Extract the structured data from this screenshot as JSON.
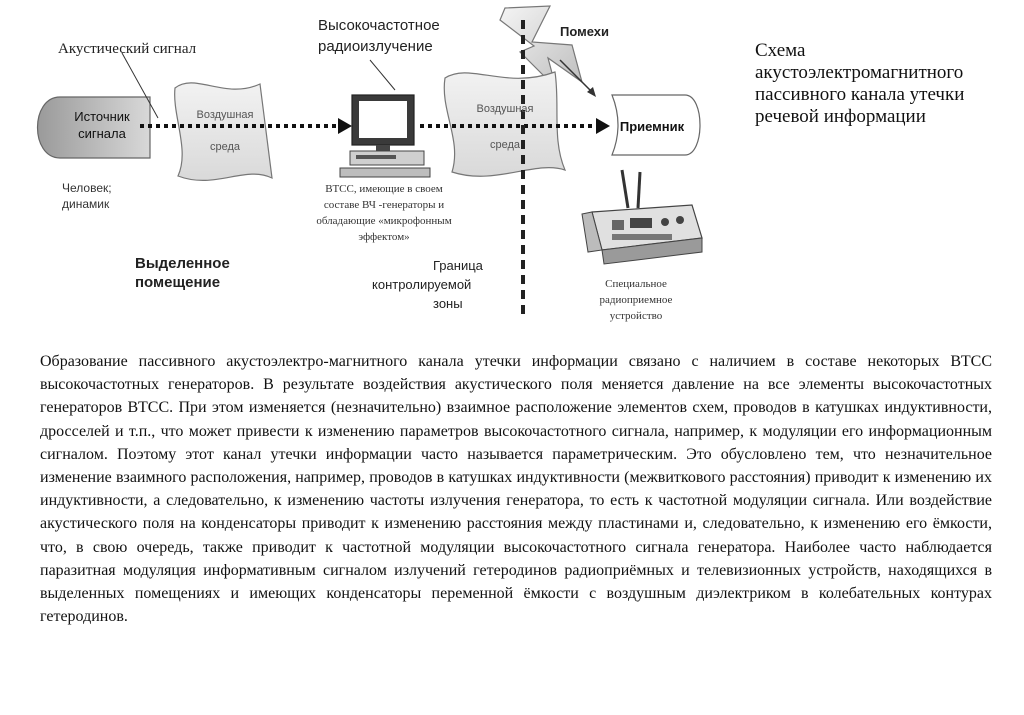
{
  "caption": {
    "lines": [
      "Схема",
      "акустоэлектромагнитного",
      "пассивного канала утечки",
      "речевой информации"
    ]
  },
  "diagram": {
    "acoustic_signal": "Акустический сигнал",
    "hf_radiation_line1": "Высокочастотное",
    "hf_radiation_line2": "радиоизлучение",
    "interference": "Помехи",
    "source_line1": "Источник",
    "source_line2": "сигнала",
    "air_medium_1_line1": "Воздушная",
    "air_medium_1_line2": "среда",
    "air_medium_2_line1": "Воздушная",
    "air_medium_2_line2": "среда",
    "receiver": "Приемник",
    "person_line1": "Человек;",
    "person_line2": "динамик",
    "vtss_line1": "ВТСС, имеющие в своем",
    "vtss_line2": "составе ВЧ -генераторы и",
    "vtss_line3": "обладающие «микрофонным",
    "vtss_line4": "эффектом»",
    "room_line1": "Выделенное",
    "room_line2": "помещение",
    "boundary_line1": "Граница",
    "boundary_line2": "контролируемой",
    "boundary_line3": "зоны",
    "device_line1": "Специальное",
    "device_line2": "радиоприемное",
    "device_line3": "устройство"
  },
  "body_text": "Образование пассивного акустоэлектро-магнитного канала утечки информации связано с наличием в составе некоторых ВТСС высокочастотных генераторов. В результате воздействия акустического поля меняется давление на все элементы высокочастотных генераторов ВТСС. При этом изменяется (незначительно) взаимное расположение элементов схем, проводов в катушках индуктивности, дросселей и т.п., что может привести к изменению параметров высокочастотного сигнала, например, к модуляции его информационным сигналом. Поэтому этот канал утечки информации часто называется параметрическим. Это обусловлено тем, что незначительное изменение взаимного расположения, например, проводов в катушках индуктивности (межвиткового расстояния) приводит к изменению их индуктивности, а следовательно, к изменению частоты излучения генератора, то есть к частотной модуляции сигнала. Или воздействие акустического поля на конденсаторы приводит к изменению расстояния между пластинами и, следовательно, к изменению его ёмкости, что, в свою очередь, также приводит к частотной модуляции высокочастотного сигнала генератора. Наиболее часто наблюдается паразитная модуляция информативным сигналом излучений гетеродинов радиоприёмных и телевизионных устройств, находящихся в выделенных помещениях и имеющих конденсаторы переменной ёмкости с воздушным диэлектриком в колебательных контурах гетеродинов."
}
